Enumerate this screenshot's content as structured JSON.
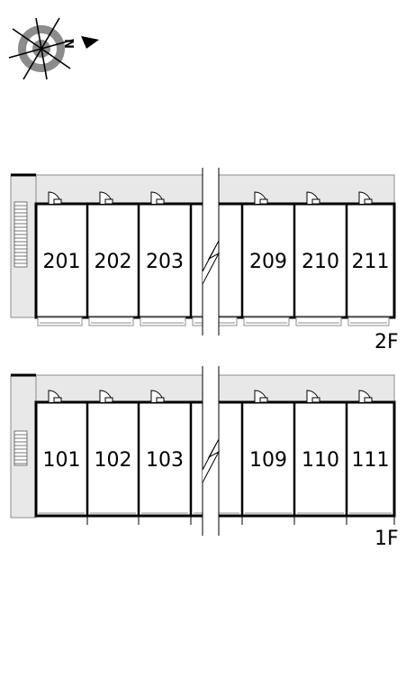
{
  "compass": {
    "label": "N",
    "icon": "compass-rose-icon"
  },
  "floors": [
    {
      "id": "2f",
      "label": "2F",
      "units": [
        "201",
        "202",
        "203",
        "",
        "209",
        "210",
        "211"
      ]
    },
    {
      "id": "1f",
      "label": "1F",
      "units": [
        "101",
        "102",
        "103",
        "",
        "109",
        "110",
        "111"
      ]
    }
  ],
  "colors": {
    "corridor": "#e8e8e8",
    "wall": "#000000",
    "outline": "#8c8c8c",
    "compass_ring": "#8c8c8c"
  }
}
